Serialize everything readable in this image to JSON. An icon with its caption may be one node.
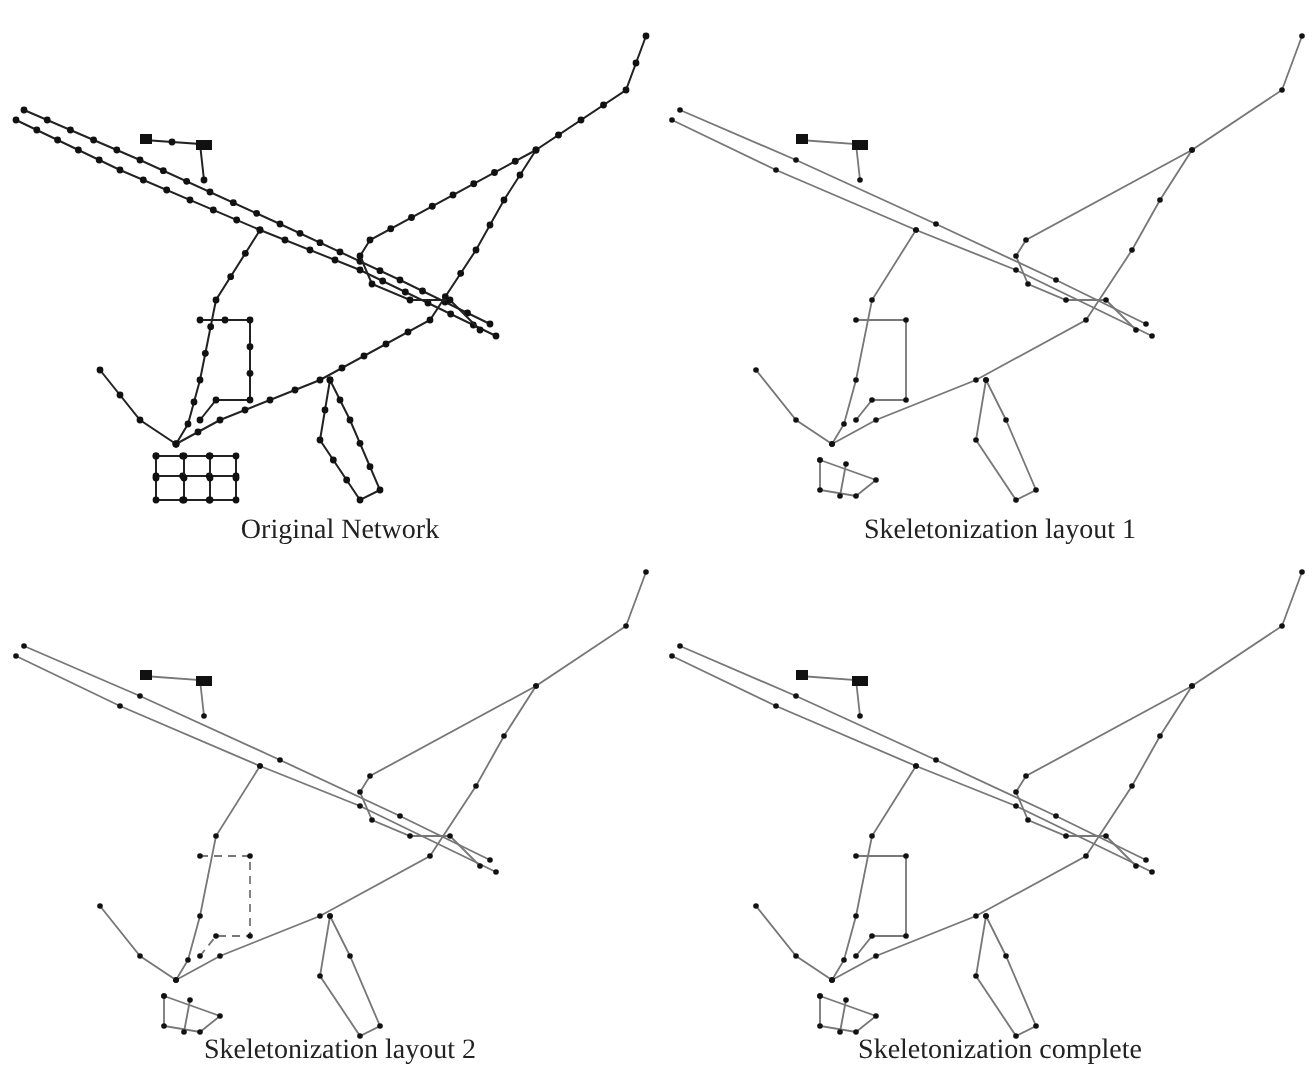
{
  "diagram": {
    "labels": [
      "Original Network",
      "Skeletonization layout 1",
      "Skeletonization layout 2",
      "Skeletonization complete"
    ]
  }
}
